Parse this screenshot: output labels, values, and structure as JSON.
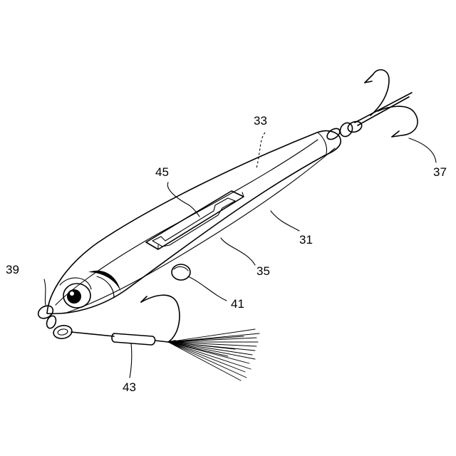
{
  "figure": {
    "labels": {
      "r31": "31",
      "r33": "33",
      "r35": "35",
      "r37": "37",
      "r39": "39",
      "r41": "41",
      "r43": "43",
      "r45": "45"
    }
  }
}
